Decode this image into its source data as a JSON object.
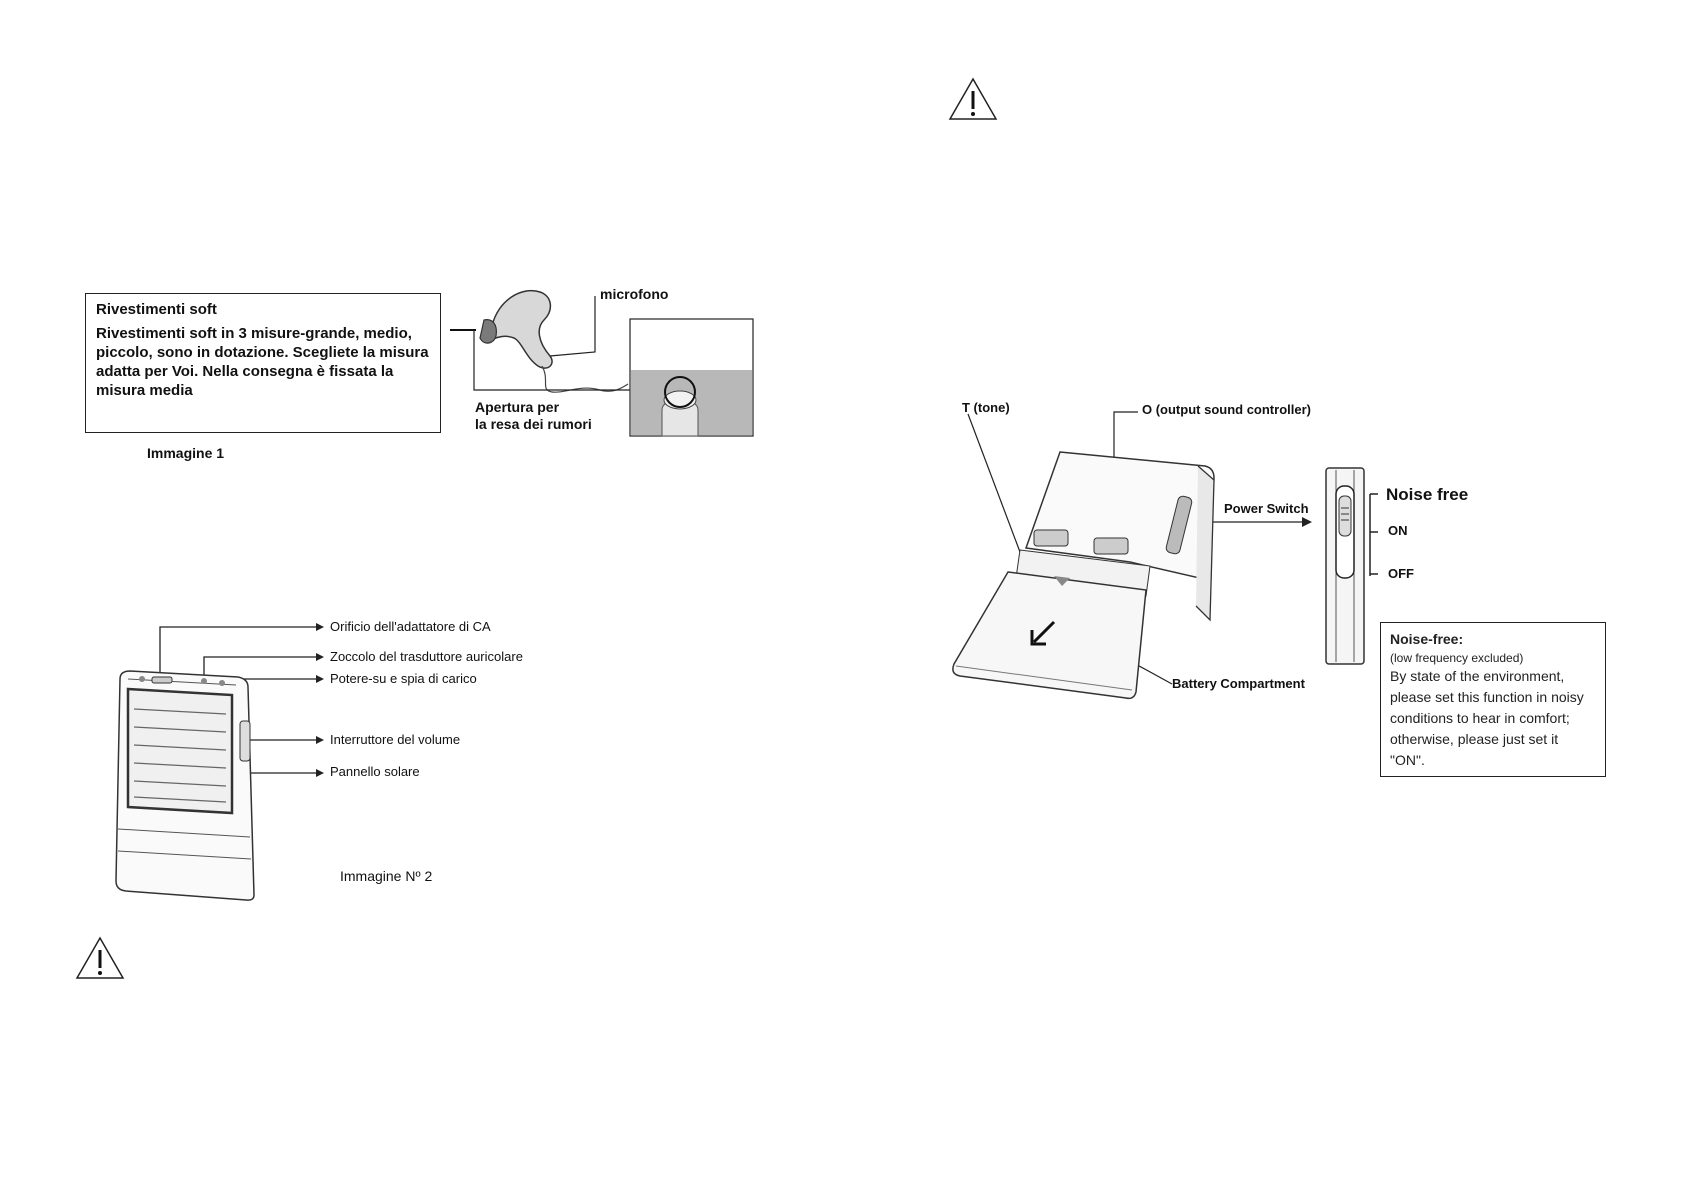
{
  "left_page": {
    "soft_covers": {
      "title": "Rivestimenti soft",
      "body": "Rivestimenti soft in 3 misure-grande, medio, piccolo, sono in dotazione. Scegliete la misura adatta per Voi. Nella consegna è fissata la misura media"
    },
    "figure1": {
      "microphone_label": "microfono",
      "opening_label_line1": "Apertura per",
      "opening_label_line2": "la resa dei rumori",
      "caption": "Immagine 1"
    },
    "figure2": {
      "labels": [
        "Orificio dell'adattatore di CA",
        "Zoccolo del trasduttore auricolare",
        "Potere-su e spia di carico",
        "Interruttore del volume",
        "Pannello solare"
      ],
      "caption": "Immagine Nº 2"
    },
    "warning_icon": "warning-triangle-icon"
  },
  "right_page": {
    "warning_icon": "warning-triangle-icon",
    "labels": {
      "tone": "T (tone)",
      "output": "O (output sound controller)",
      "power_switch": "Power Switch",
      "battery": "Battery Compartment"
    },
    "switch_positions": {
      "noise_free": "Noise free",
      "on": "ON",
      "off": "OFF"
    },
    "noise_free_box": {
      "title": "Noise-free:",
      "subtitle": "(low frequency excluded)",
      "body": "By state of the environment, please set this function in noisy conditions to hear in comfort; otherwise, please just set it \"ON\"."
    }
  }
}
